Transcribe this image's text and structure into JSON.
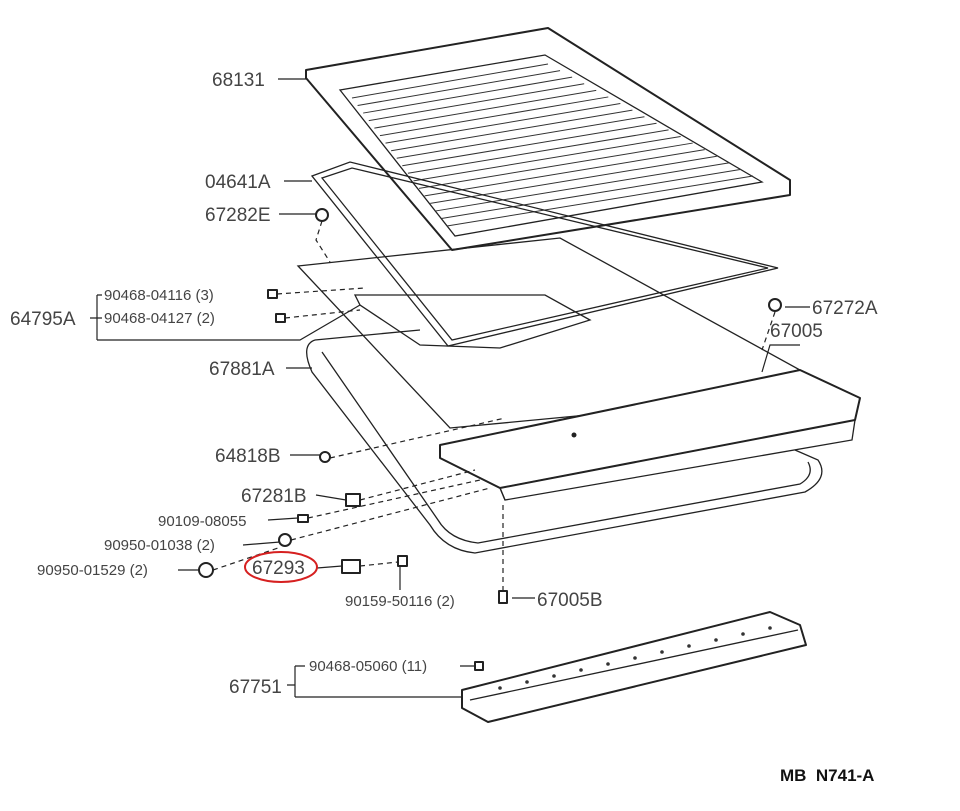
{
  "reference_code": "MB  N741-A",
  "highlight_color": "#d62020",
  "parts": {
    "p68131": "68131",
    "p04641A": "04641A",
    "p67282E": "67282E",
    "p64795A": "64795A",
    "p90468_04116": "90468-04116 (3)",
    "p90468_04127": "90468-04127 (2)",
    "p67272A": "67272A",
    "p67005": "67005",
    "p67881A": "67881A",
    "p64818B": "64818B",
    "p67281B": "67281B",
    "p90109_08055": "90109-08055",
    "p90950_01038": "90950-01038 (2)",
    "p90950_01529": "90950-01529 (2)",
    "p67293": "67293",
    "p90159_50116": "90159-50116 (2)",
    "p67005B": "67005B",
    "p67751": "67751",
    "p90468_05060": "90468-05060 (11)"
  }
}
